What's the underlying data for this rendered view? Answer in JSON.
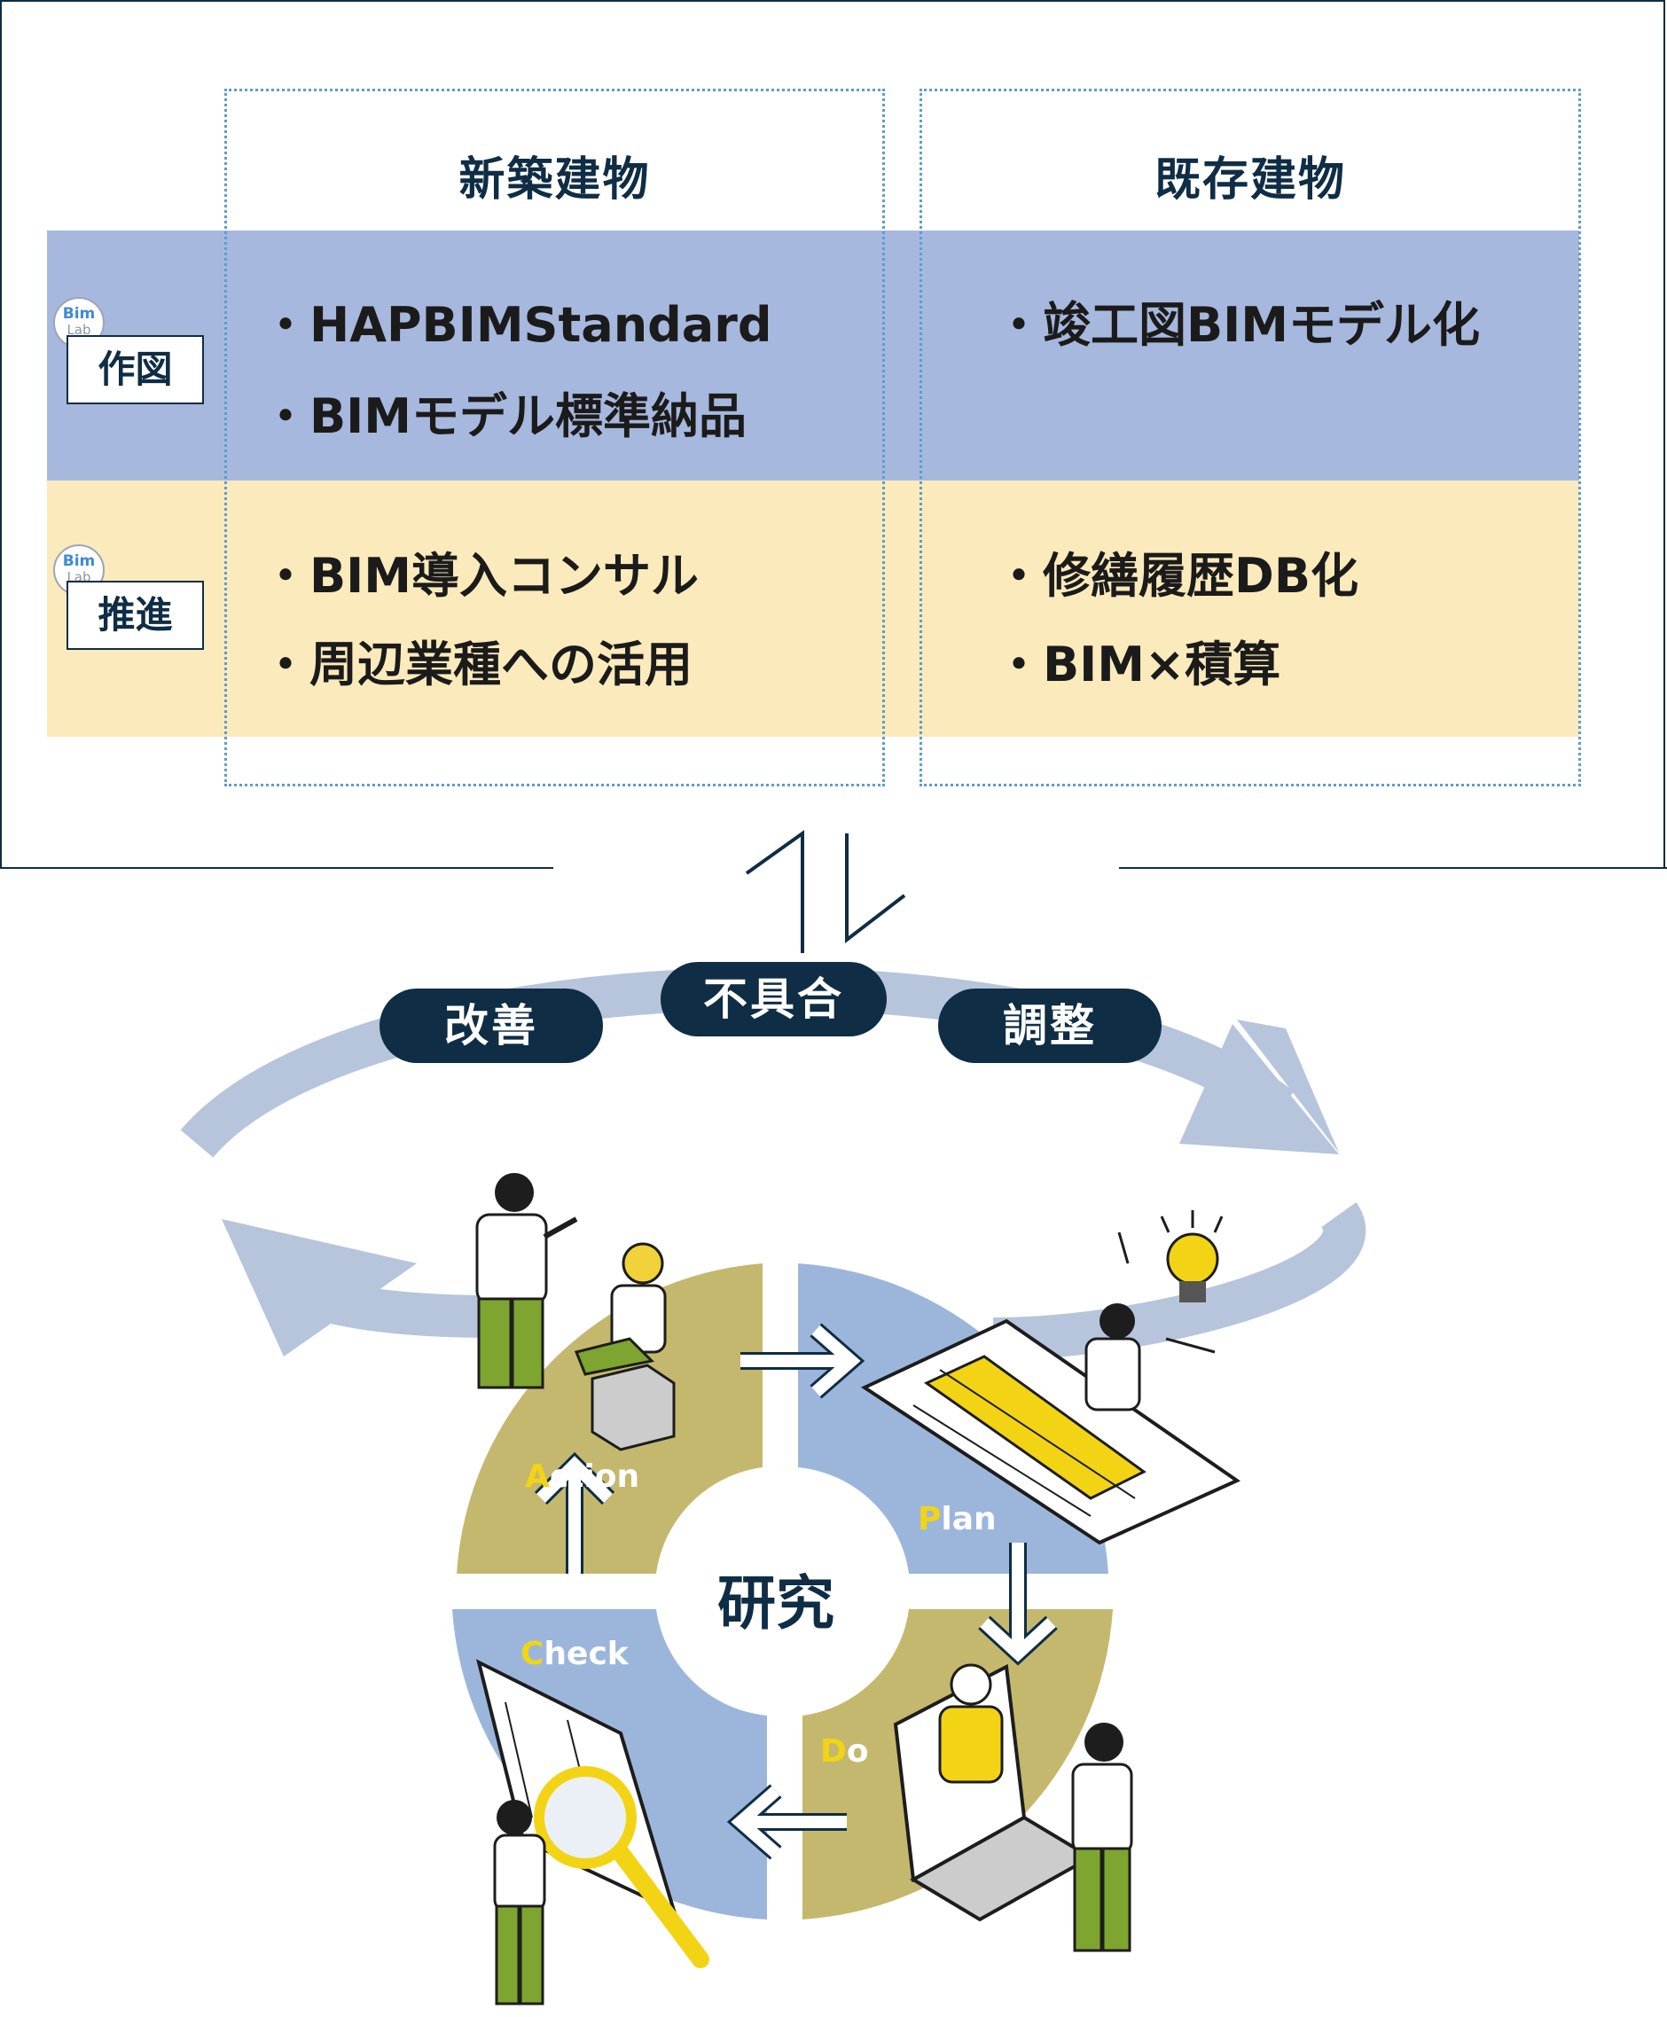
{
  "columns": {
    "new_building": "新築建物",
    "existing_building": "既存建物"
  },
  "rows": [
    {
      "badge_top": "Bim",
      "badge_bottom": "Lab",
      "label": "作図",
      "new_items": [
        "・HAPBIMStandard",
        "・BIMモデル標準納品"
      ],
      "existing_items": [
        "・竣工図BIMモデル化"
      ]
    },
    {
      "badge_top": "Bim",
      "badge_bottom": "Lab",
      "label": "推進",
      "new_items": [
        "・BIM導入コンサル",
        "・周辺業種への活用"
      ],
      "existing_items": [
        "・修繕履歴DB化",
        "・BIM×積算"
      ]
    }
  ],
  "cycle_labels": {
    "left": "改善",
    "middle": "不具合",
    "right": "調整"
  },
  "center": "研究",
  "phases": {
    "action": {
      "initial": "A",
      "rest": "ction"
    },
    "plan": {
      "initial": "P",
      "rest": "lan"
    },
    "do": {
      "initial": "D",
      "rest": "o"
    },
    "check": {
      "initial": "C",
      "rest": "heck"
    }
  },
  "colors": {
    "navy": "#0f2d44",
    "blue_band": "#a7b8de",
    "yellow_band": "#fbeabb",
    "olive": "#c4b86e",
    "quad_blue": "#9cb6db",
    "accent_yellow": "#f3d414",
    "ring": "#b6c5dc"
  }
}
